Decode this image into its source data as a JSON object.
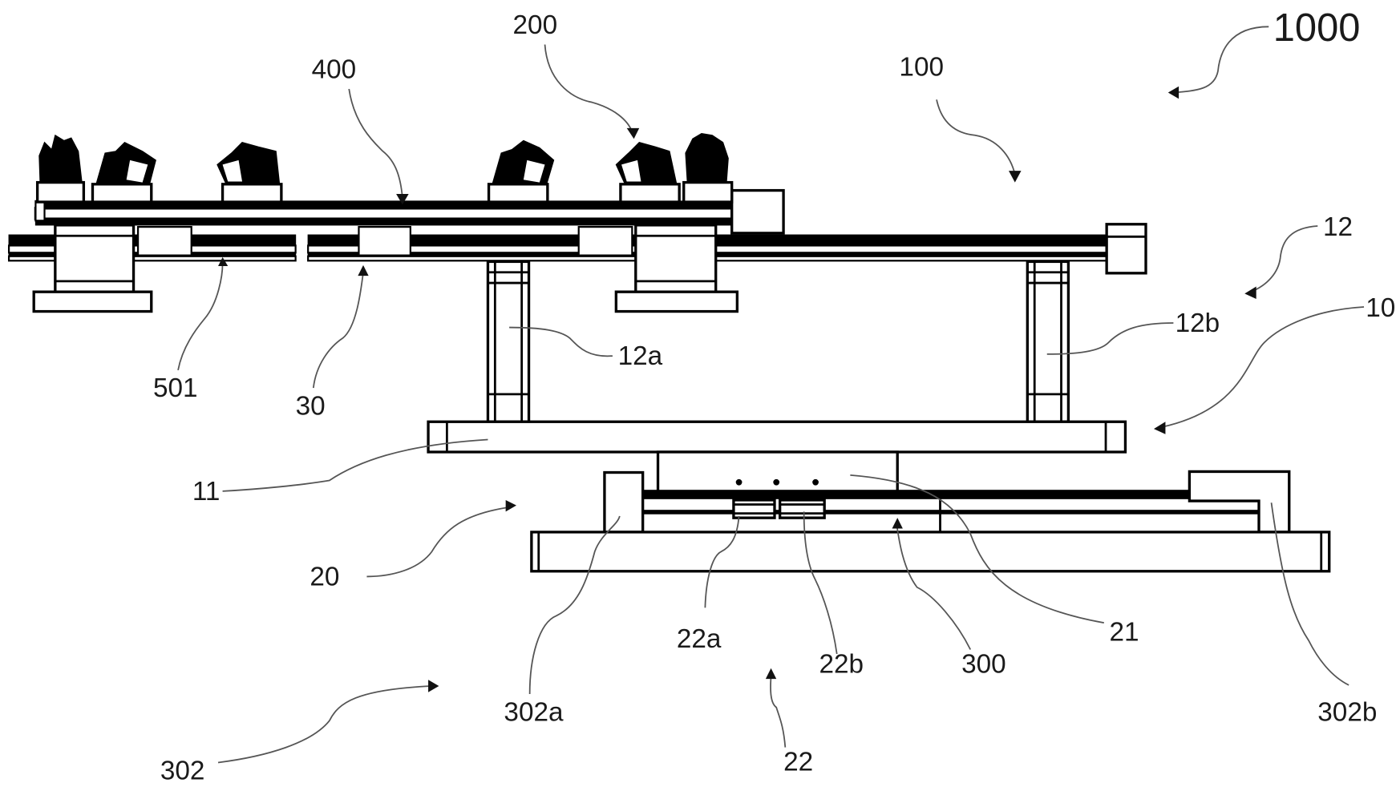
{
  "figure": {
    "title": "Apparatus side view",
    "colors": {
      "ink": "#000000",
      "leader": "#555555",
      "paper": "#ffffff"
    }
  },
  "labels": {
    "l1000": "1000",
    "l100": "100",
    "l200": "200",
    "l400": "400",
    "l501": "501",
    "l30": "30",
    "l12": "12",
    "l12a": "12a",
    "l12b": "12b",
    "l10": "10",
    "l11": "11",
    "l20": "20",
    "l21": "21",
    "l22": "22",
    "l22a": "22a",
    "l22b": "22b",
    "l300": "300",
    "l302": "302",
    "l302a": "302a",
    "l302b": "302b"
  }
}
